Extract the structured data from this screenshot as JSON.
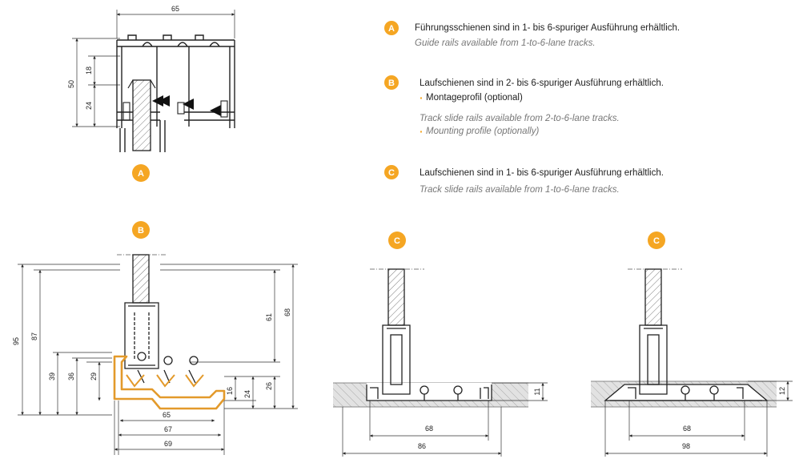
{
  "colors": {
    "accent": "#f5a623",
    "profile": "#e39a2b",
    "line": "#222222",
    "hatch": "#b5b5b5"
  },
  "legend": {
    "a": {
      "badge": "A",
      "de": "Führungsschienen sind in 1- bis 6-spuriger Ausführung erhältlich.",
      "en": "Guide rails available from 1-to-6-lane tracks."
    },
    "b": {
      "badge": "B",
      "de": "Laufschienen sind in 2- bis 6-spuriger Ausführung erhältlich.",
      "de_bullet": "Montageprofil (optional)",
      "en": "Track slide rails available from 2-to-6-lane tracks.",
      "en_bullet": "Mounting profile (optionally)"
    },
    "c": {
      "badge": "C",
      "de": "Laufschienen sind in 1- bis 6-spuriger Ausführung erhältlich.",
      "en": "Track slide rails available from 1-to-6-lane tracks."
    }
  },
  "bullet_char": "·",
  "drawing_a": {
    "badge": "A",
    "dims": {
      "width": "65",
      "height": "50",
      "upper": "18",
      "lower": "24"
    }
  },
  "drawing_b": {
    "badge": "B",
    "dims": {
      "h95": "95",
      "h87": "87",
      "h39": "39",
      "h36": "36",
      "h29": "29",
      "h61": "61",
      "h68": "68",
      "h26": "26",
      "h24": "24",
      "h16": "16",
      "w65": "65",
      "w67": "67",
      "w69": "69"
    }
  },
  "drawing_c1": {
    "badge": "C",
    "dims": {
      "h": "11",
      "inner": "68",
      "outer": "86"
    }
  },
  "drawing_c2": {
    "badge": "C",
    "dims": {
      "h": "12",
      "inner": "68",
      "outer": "98"
    }
  }
}
